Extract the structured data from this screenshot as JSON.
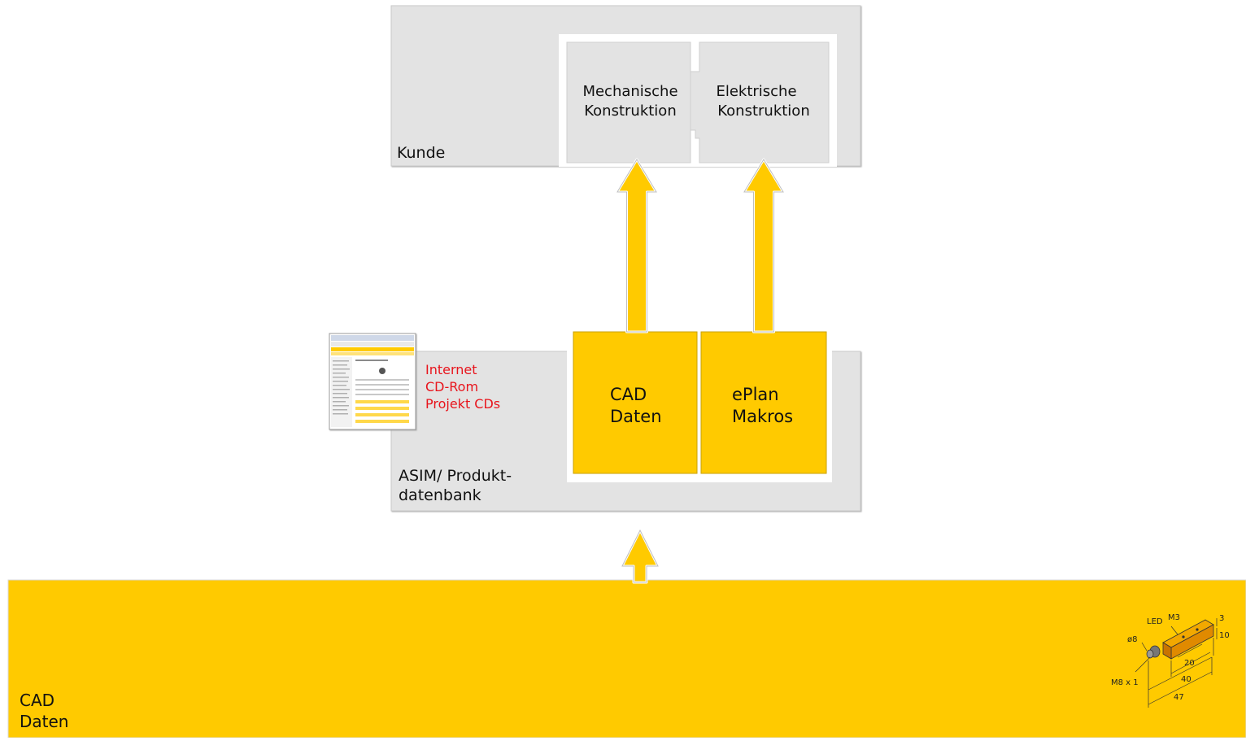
{
  "customer_box": {
    "label": "Kunde",
    "mechanical": {
      "line1": "Mechanische",
      "line2": "Konstruktion"
    },
    "electrical": {
      "line1": "Elektrische",
      "line2": "Konstruktion"
    }
  },
  "database_box": {
    "label_line1": "ASIM/ Produkt-",
    "label_line2": "datenbank",
    "cad_tile": {
      "line1": "CAD",
      "line2": "Daten"
    },
    "eplan_tile": {
      "line1": "ePlan",
      "line2": "Makros"
    }
  },
  "channels": {
    "items": [
      "Internet",
      "CD-Rom",
      "Projekt CDs"
    ],
    "color": "#e8141c"
  },
  "bottom_band": {
    "label_line1": "CAD",
    "label_line2": "Daten"
  },
  "sensor_drawing": {
    "labels": {
      "led": "LED",
      "m3": "M3",
      "d8": "ø8",
      "m8": "M8 x 1",
      "dim3": "3",
      "dim10": "10",
      "dim20": "20",
      "dim40": "40",
      "dim47": "47"
    }
  },
  "colors": {
    "panel": "#e3e3e3",
    "yellow": "#ffca00",
    "text": "#111111"
  }
}
